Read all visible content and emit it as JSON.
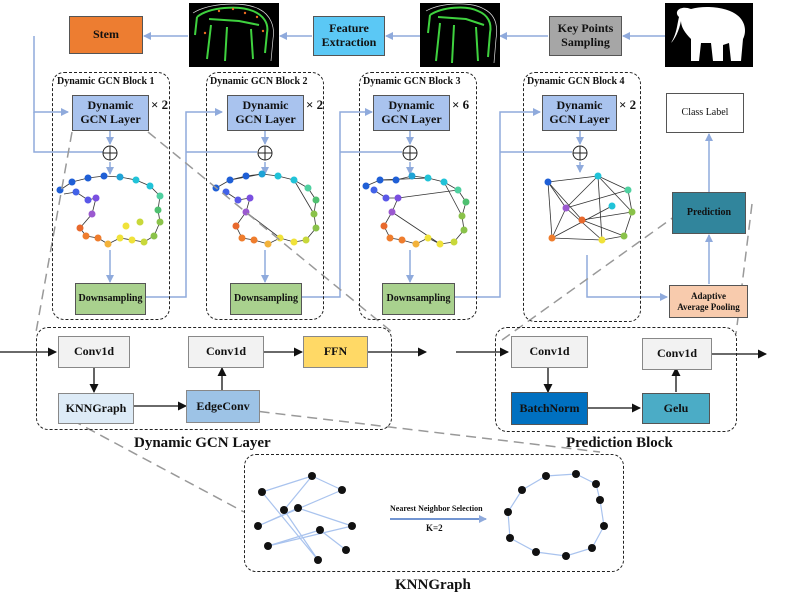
{
  "top": {
    "stem": "Stem",
    "feature_extraction": "Feature\nExtraction",
    "key_points_sampling": "Key Points\nSampling"
  },
  "blocks": [
    {
      "title": "Dynamic GCN Block 1",
      "layer": "Dynamic\nGCN Layer",
      "repeat": "× 2",
      "down": "Downsampling"
    },
    {
      "title": "Dynamic GCN Block 2",
      "layer": "Dynamic\nGCN Layer",
      "repeat": "× 2",
      "down": "Downsampling"
    },
    {
      "title": "Dynamic GCN Block 3",
      "layer": "Dynamic\nGCN Layer",
      "repeat": "× 6",
      "down": "Downsampling"
    },
    {
      "title": "Dynamic GCN Block 4",
      "layer": "Dynamic\nGCN Layer",
      "repeat": "× 2"
    }
  ],
  "head": {
    "class_label": "Class Label",
    "prediction": "Prediction",
    "adaptive_pooling": "Adaptive\nAverage Pooling"
  },
  "gcn_layer": {
    "title": "Dynamic GCN Layer",
    "conv1": "Conv1d",
    "knn": "KNNGraph",
    "edgeconv": "EdgeConv",
    "conv2": "Conv1d",
    "ffn": "FFN"
  },
  "pred_block": {
    "title": "Prediction Block",
    "conv1": "Conv1d",
    "batchnorm": "BatchNorm",
    "conv2": "Conv1d",
    "gelu": "Gelu"
  },
  "knn_graph": {
    "title": "KNNGraph",
    "selection": "Nearest Neighbor Selection",
    "k": "K=2"
  },
  "colors": {
    "stem": "#ED7D31",
    "feature": "#5BC8F5",
    "keypoints": "#A6A6A6",
    "gcn_layer": "#A9C3EE",
    "downsampling": "#A9D18E",
    "prediction": "#31859C",
    "pooling": "#F8CBAD",
    "ffn": "#FFD966",
    "knn": "#DDEBF7",
    "edgeconv": "#9DC3E6",
    "batchnorm": "#0070C0",
    "gelu": "#4BACC6",
    "arrow": "#8FAADC"
  }
}
